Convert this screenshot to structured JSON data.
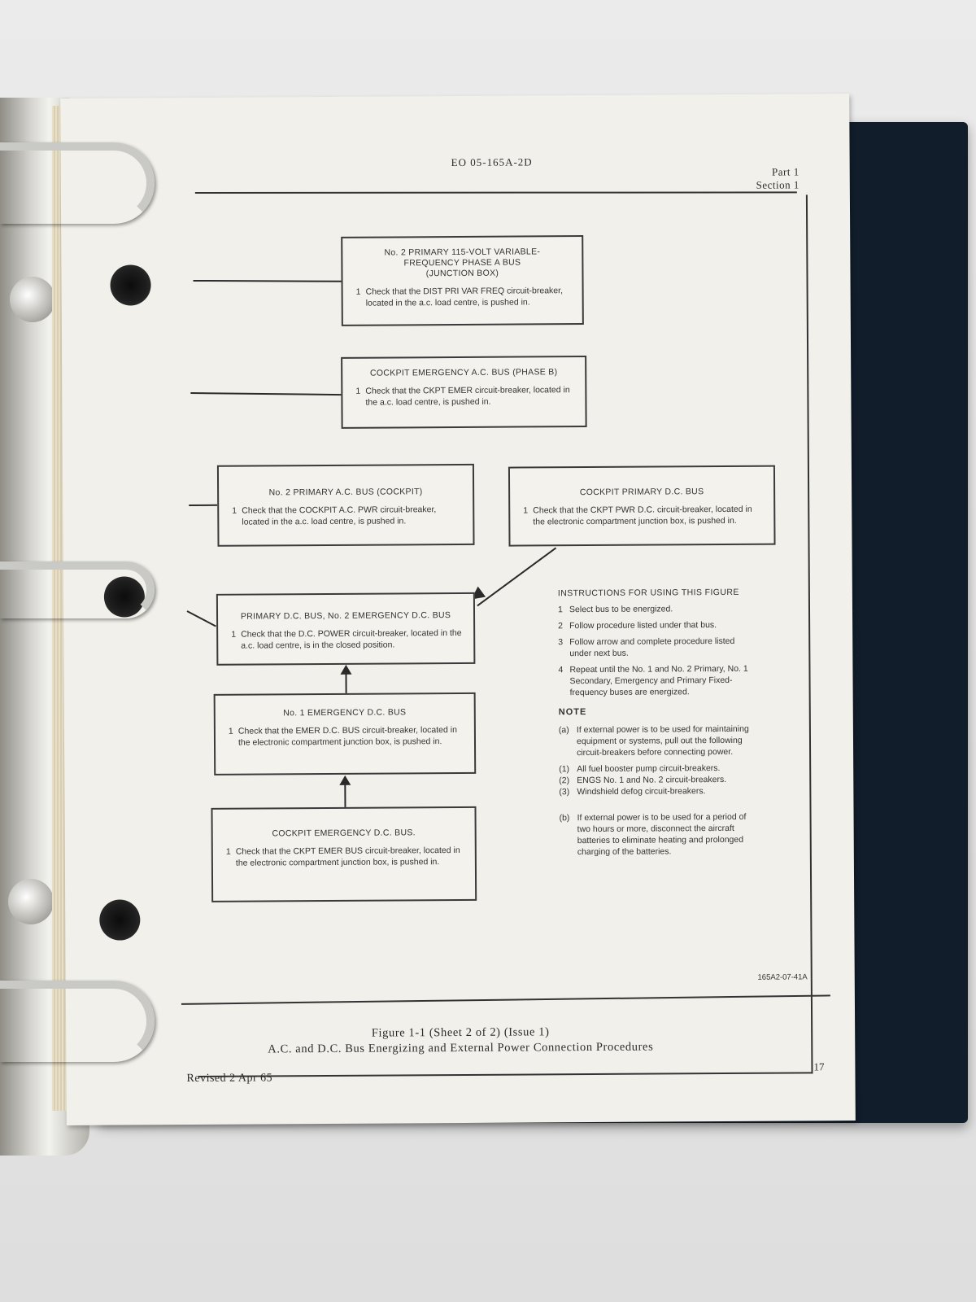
{
  "header": {
    "doc_number": "EO 05-165A-2D",
    "part": "Part 1",
    "section": "Section 1"
  },
  "boxes": {
    "box1": {
      "title": "No. 2 PRIMARY 115-VOLT VARIABLE-\nFREQUENCY PHASE A BUS\n(JUNCTION BOX)",
      "step_num": "1",
      "step_text": "Check that the DIST PRI VAR FREQ circuit-breaker, located in the a.c. load centre, is pushed in."
    },
    "box2": {
      "title": "COCKPIT EMERGENCY A.C. BUS (PHASE B)",
      "step_num": "1",
      "step_text": "Check that the CKPT EMER circuit-breaker, located in the a.c. load centre, is pushed in."
    },
    "box3": {
      "title": "No. 2 PRIMARY A.C. BUS (COCKPIT)",
      "step_num": "1",
      "step_text": "Check that the COCKPIT A.C. PWR circuit-breaker, located in the a.c. load centre, is pushed in."
    },
    "box4": {
      "title": "COCKPIT PRIMARY D.C. BUS",
      "step_num": "1",
      "step_text": "Check that the CKPT PWR D.C. circuit-breaker, located in the electronic compartment junction box, is pushed in."
    },
    "box5": {
      "title": "PRIMARY D.C. BUS, No. 2 EMERGENCY D.C. BUS",
      "step_num": "1",
      "step_text": "Check that the D.C. POWER circuit-breaker, located in the a.c. load centre, is in the closed position."
    },
    "box6": {
      "title": "No. 1 EMERGENCY D.C. BUS",
      "step_num": "1",
      "step_text": "Check that the EMER D.C. BUS circuit-breaker, located in the electronic compartment junction box, is pushed in."
    },
    "box7": {
      "title": "COCKPIT EMERGENCY D.C. BUS.",
      "step_num": "1",
      "step_text": "Check that the CKPT EMER BUS circuit-breaker, located in the electronic compartment junction box, is pushed in."
    }
  },
  "instructions": {
    "heading": "INSTRUCTIONS FOR USING THIS FIGURE",
    "items": [
      {
        "n": "1",
        "text": "Select bus to be energized."
      },
      {
        "n": "2",
        "text": "Follow procedure listed under that bus."
      },
      {
        "n": "3",
        "text": "Follow arrow and complete procedure listed under next bus."
      },
      {
        "n": "4",
        "text": "Repeat until the No. 1 and No. 2 Primary, No. 1 Secondary, Emergency and Primary Fixed-frequency buses are energized."
      }
    ]
  },
  "note": {
    "heading": "NOTE",
    "a_label": "(a)",
    "a_text": "If external power is to be used for maintaining equipment or systems, pull out the following circuit-breakers before connecting power.",
    "subs": [
      {
        "n": "(1)",
        "text": "All fuel booster pump circuit-breakers."
      },
      {
        "n": "(2)",
        "text": "ENGS No. 1 and No. 2 circuit-breakers."
      },
      {
        "n": "(3)",
        "text": "Windshield defog circuit-breakers."
      }
    ],
    "b_label": "(b)",
    "b_text": "If external power is to be used for a period of two hours or more, disconnect the aircraft batteries to eliminate heating and prolonged charging of the batteries."
  },
  "figure_id": "165A2-07-41A",
  "caption": {
    "line1": "Figure 1-1 (Sheet 2 of 2) (Issue 1)",
    "line2": "A.C. and D.C. Bus Energizing and External Power Connection Procedures"
  },
  "footer": {
    "revised": "Revised 2 Apr 65",
    "page_number": "17"
  }
}
